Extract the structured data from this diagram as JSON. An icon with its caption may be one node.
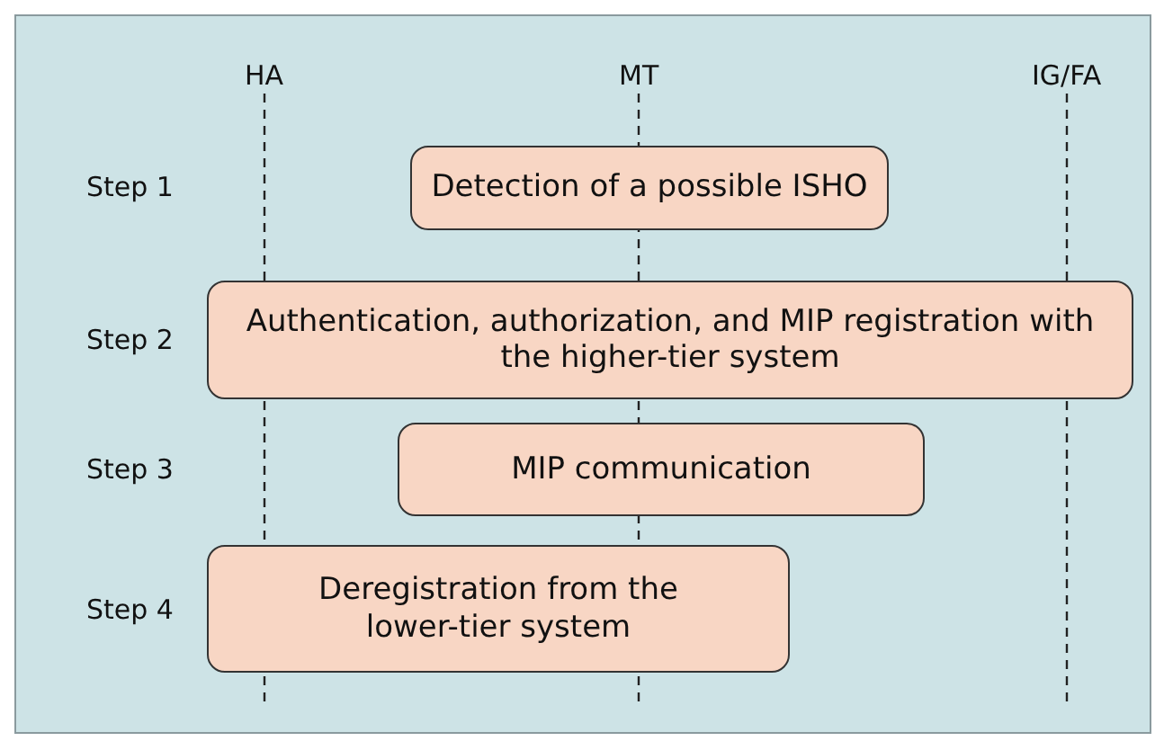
{
  "diagram": {
    "nodes": [
      {
        "text": [
          "Detection of a possible ISHO"
        ]
      },
      {
        "text": [
          "Authentication, authorization, and MIP registration with the higher-tier system"
        ]
      },
      {
        "text": [
          "MIP communication"
        ]
      },
      {
        "text": [
          "Deregistration from the lower-tier system"
        ]
      }
    ],
    "labels": [
      "HA",
      "MT",
      "IG/FA",
      "Step 1",
      "Step 2",
      "Step 3",
      "Step 4"
    ]
  }
}
